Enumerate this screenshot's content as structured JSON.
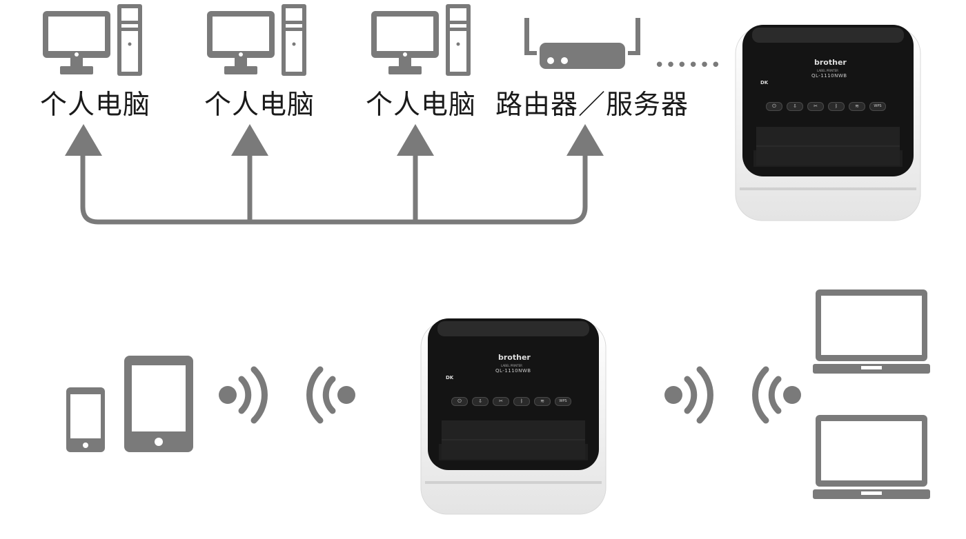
{
  "devices": {
    "pc_label_1": "个人电脑",
    "pc_label_2": "个人电脑",
    "pc_label_3": "个人电脑",
    "router_label": "路由器／服务器",
    "connector_dots": "••••••"
  },
  "printer": {
    "brand": "brother",
    "sub_label": "LABEL PRINTER",
    "model": "QL-1110NWB",
    "dk_badge": "DK",
    "buttons": [
      "⏻",
      "⇩",
      "✂",
      "ᛒ",
      "≋",
      "WPS"
    ]
  },
  "colors": {
    "icon_gray": "#7a7a7a",
    "printer_black": "#141414",
    "printer_white": "#f2f2f2"
  }
}
